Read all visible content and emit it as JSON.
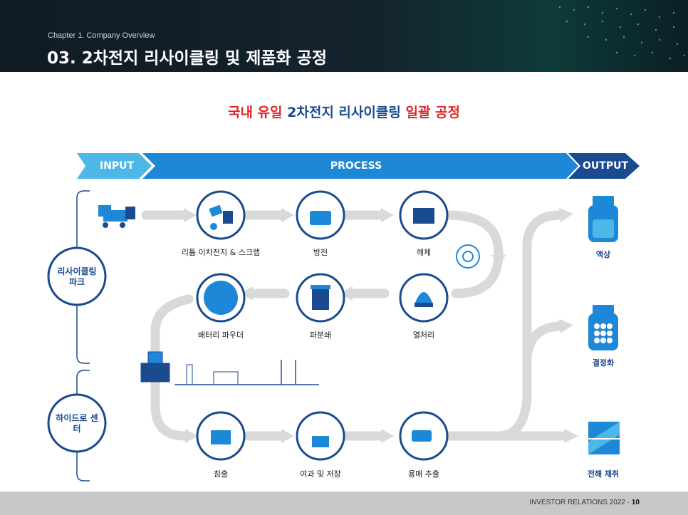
{
  "header": {
    "chapter": "Chapter 1. Company Overview",
    "title": "03. 2차전지 리사이클링 및 제품화 공정"
  },
  "headline": {
    "part1": "국내 유일",
    "part2": "2차전지 리사이클링",
    "part3": "일괄 공정"
  },
  "band": {
    "input": "INPUT",
    "process": "PROCESS",
    "output": "OUTPUT"
  },
  "sections": {
    "recycling_park": "리사이클링 파크",
    "hydro_center": "하이드로 센터"
  },
  "steps": {
    "scrap": "리튬 이차전지 & 스크랩",
    "discharge": "방전",
    "dismantle": "해체",
    "heat": "열처리",
    "crush": "파분쇄",
    "powder": "배터리 파우더",
    "leach": "침출",
    "filter": "여과 및 저장",
    "extract": "용매 추출"
  },
  "outputs": {
    "liquid": "액상",
    "crystal": "결정화",
    "electro": "전해 채취"
  },
  "footer": {
    "text": "INVESTOR RELATIONS 2022 · ",
    "page": "10"
  },
  "colors": {
    "dark_blue": "#1a4a8f",
    "mid_blue": "#1e88d8",
    "light_blue": "#4db8e8",
    "red": "#e1262b",
    "flow_gray": "#d9d9d9"
  }
}
